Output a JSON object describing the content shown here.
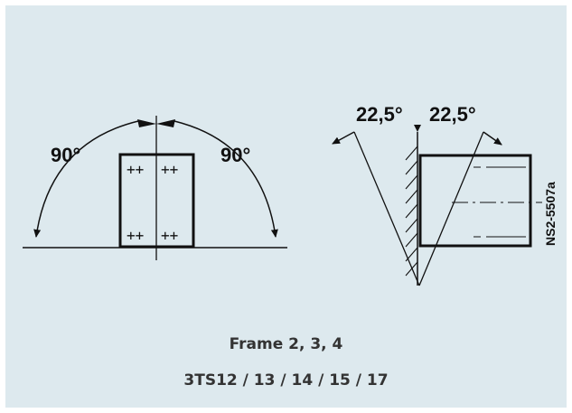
{
  "diagram": {
    "left": {
      "angle_left": "90°",
      "angle_right": "90°",
      "terminal_marks": [
        "++",
        "++",
        "++",
        "++"
      ]
    },
    "right": {
      "angle_left": "22,5°",
      "angle_right": "22,5°",
      "drawing_ref": "NS2-5507a"
    }
  },
  "caption": {
    "line1": "Frame 2, 3, 4",
    "line2": "3TS12 / 13 / 14 / 15 / 17"
  },
  "colors": {
    "background": "#dde9ee",
    "ink": "#111111",
    "caption_text": "#333333"
  }
}
